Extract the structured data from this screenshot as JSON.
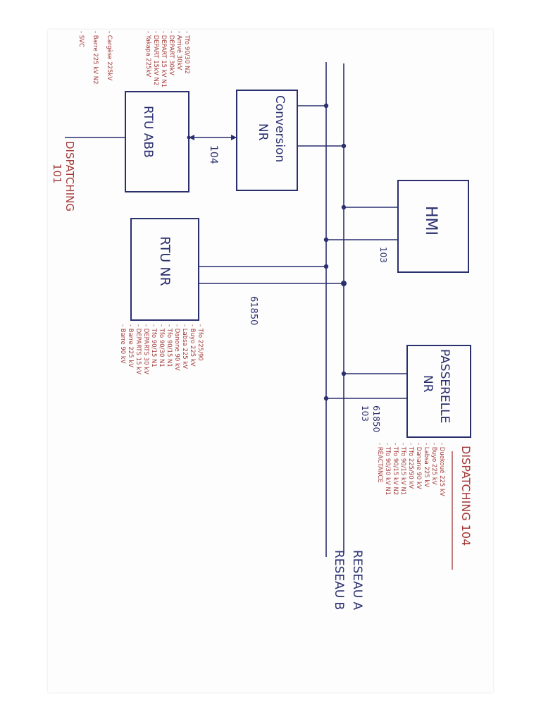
{
  "boxes": {
    "rtu_abb": "RTU ABB",
    "conversion_nr": [
      "Conversion",
      "NR"
    ],
    "hmi": "HMI",
    "rtu_nr": "RTU NR",
    "passerelle_nr": [
      "PASSERELLE",
      "NR"
    ]
  },
  "links": {
    "abb_conv": "104",
    "hmi": "103",
    "rtu_nr": "61850",
    "passerelle": [
      "61850",
      "103"
    ]
  },
  "networks": {
    "a": "RESEAU A",
    "b": "RESEAU B"
  },
  "dispatch": {
    "left": [
      "DISPATCHING",
      "101"
    ],
    "right": "DISPATCHING 104"
  },
  "lists": {
    "abb": [
      "- Tfo 90/30 N2",
      "- Arrivé 30kV",
      "- DEPART 30kV",
      "- DEPART 15 kV N1",
      "- DEPART 15kV N2",
      "- Yakapa 225kV",
      "- Cargèse 225kV",
      "- Barre 225 kV N2",
      "- SVC"
    ],
    "rtu_nr": [
      "- Tfo 225/90",
      "- Buyo 225 kV",
      "- Labsa 225 kV",
      "- Danone 90 kV",
      "- Tfo 90/15 N1",
      "- Tfo 90/30 N1",
      "- Tfo 90/15 N1",
      "- DEPARTS 30 kV",
      "- DEPARTS 15 kV",
      "- Barre 225 kV",
      "- Barre 90 kV"
    ],
    "passerelle": [
      "- Duekoué 225 kV",
      "- Buyo 225 kV",
      "- Labsa 225 kV",
      "- Danane 90 kV",
      "- Tfo 225/90 kV",
      "- Tfo 90/15 kV N1",
      "- Tfo 90/15 kV N2",
      "- Tfo 90/30 kV N1",
      "- RÉACTANCE"
    ]
  }
}
